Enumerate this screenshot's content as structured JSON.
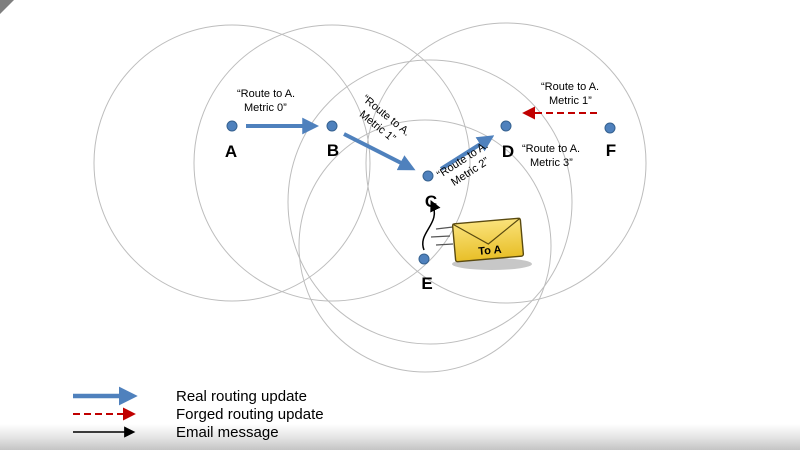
{
  "diagram": {
    "nodes": {
      "A": "A",
      "B": "B",
      "C": "C",
      "D": "D",
      "E": "E",
      "F": "F"
    },
    "labels": {
      "ab1": "“Route to A.",
      "ab2": "Metric 0”",
      "bc1": "“Route to A.",
      "bc2": "Metric 1”",
      "cd1": "“Route to A.",
      "cd2": "Metric 2”",
      "forged1": "“Route to A.",
      "forged2": "Metric 1”",
      "df1": "“Route to A.",
      "df2": "Metric 3”",
      "envelope": "To A"
    },
    "colors": {
      "node": "#4f81bd",
      "node_border": "#35618f",
      "real_arrow": "#4f81bd",
      "forged_arrow": "#c00000",
      "email_arrow": "#000000",
      "envelope_fill": "#f2cf3d",
      "range_circle": "#bdbdbd"
    }
  },
  "legend": {
    "items": [
      {
        "label": "Real routing update"
      },
      {
        "label": "Forged routing update"
      },
      {
        "label": "Email message"
      }
    ]
  }
}
